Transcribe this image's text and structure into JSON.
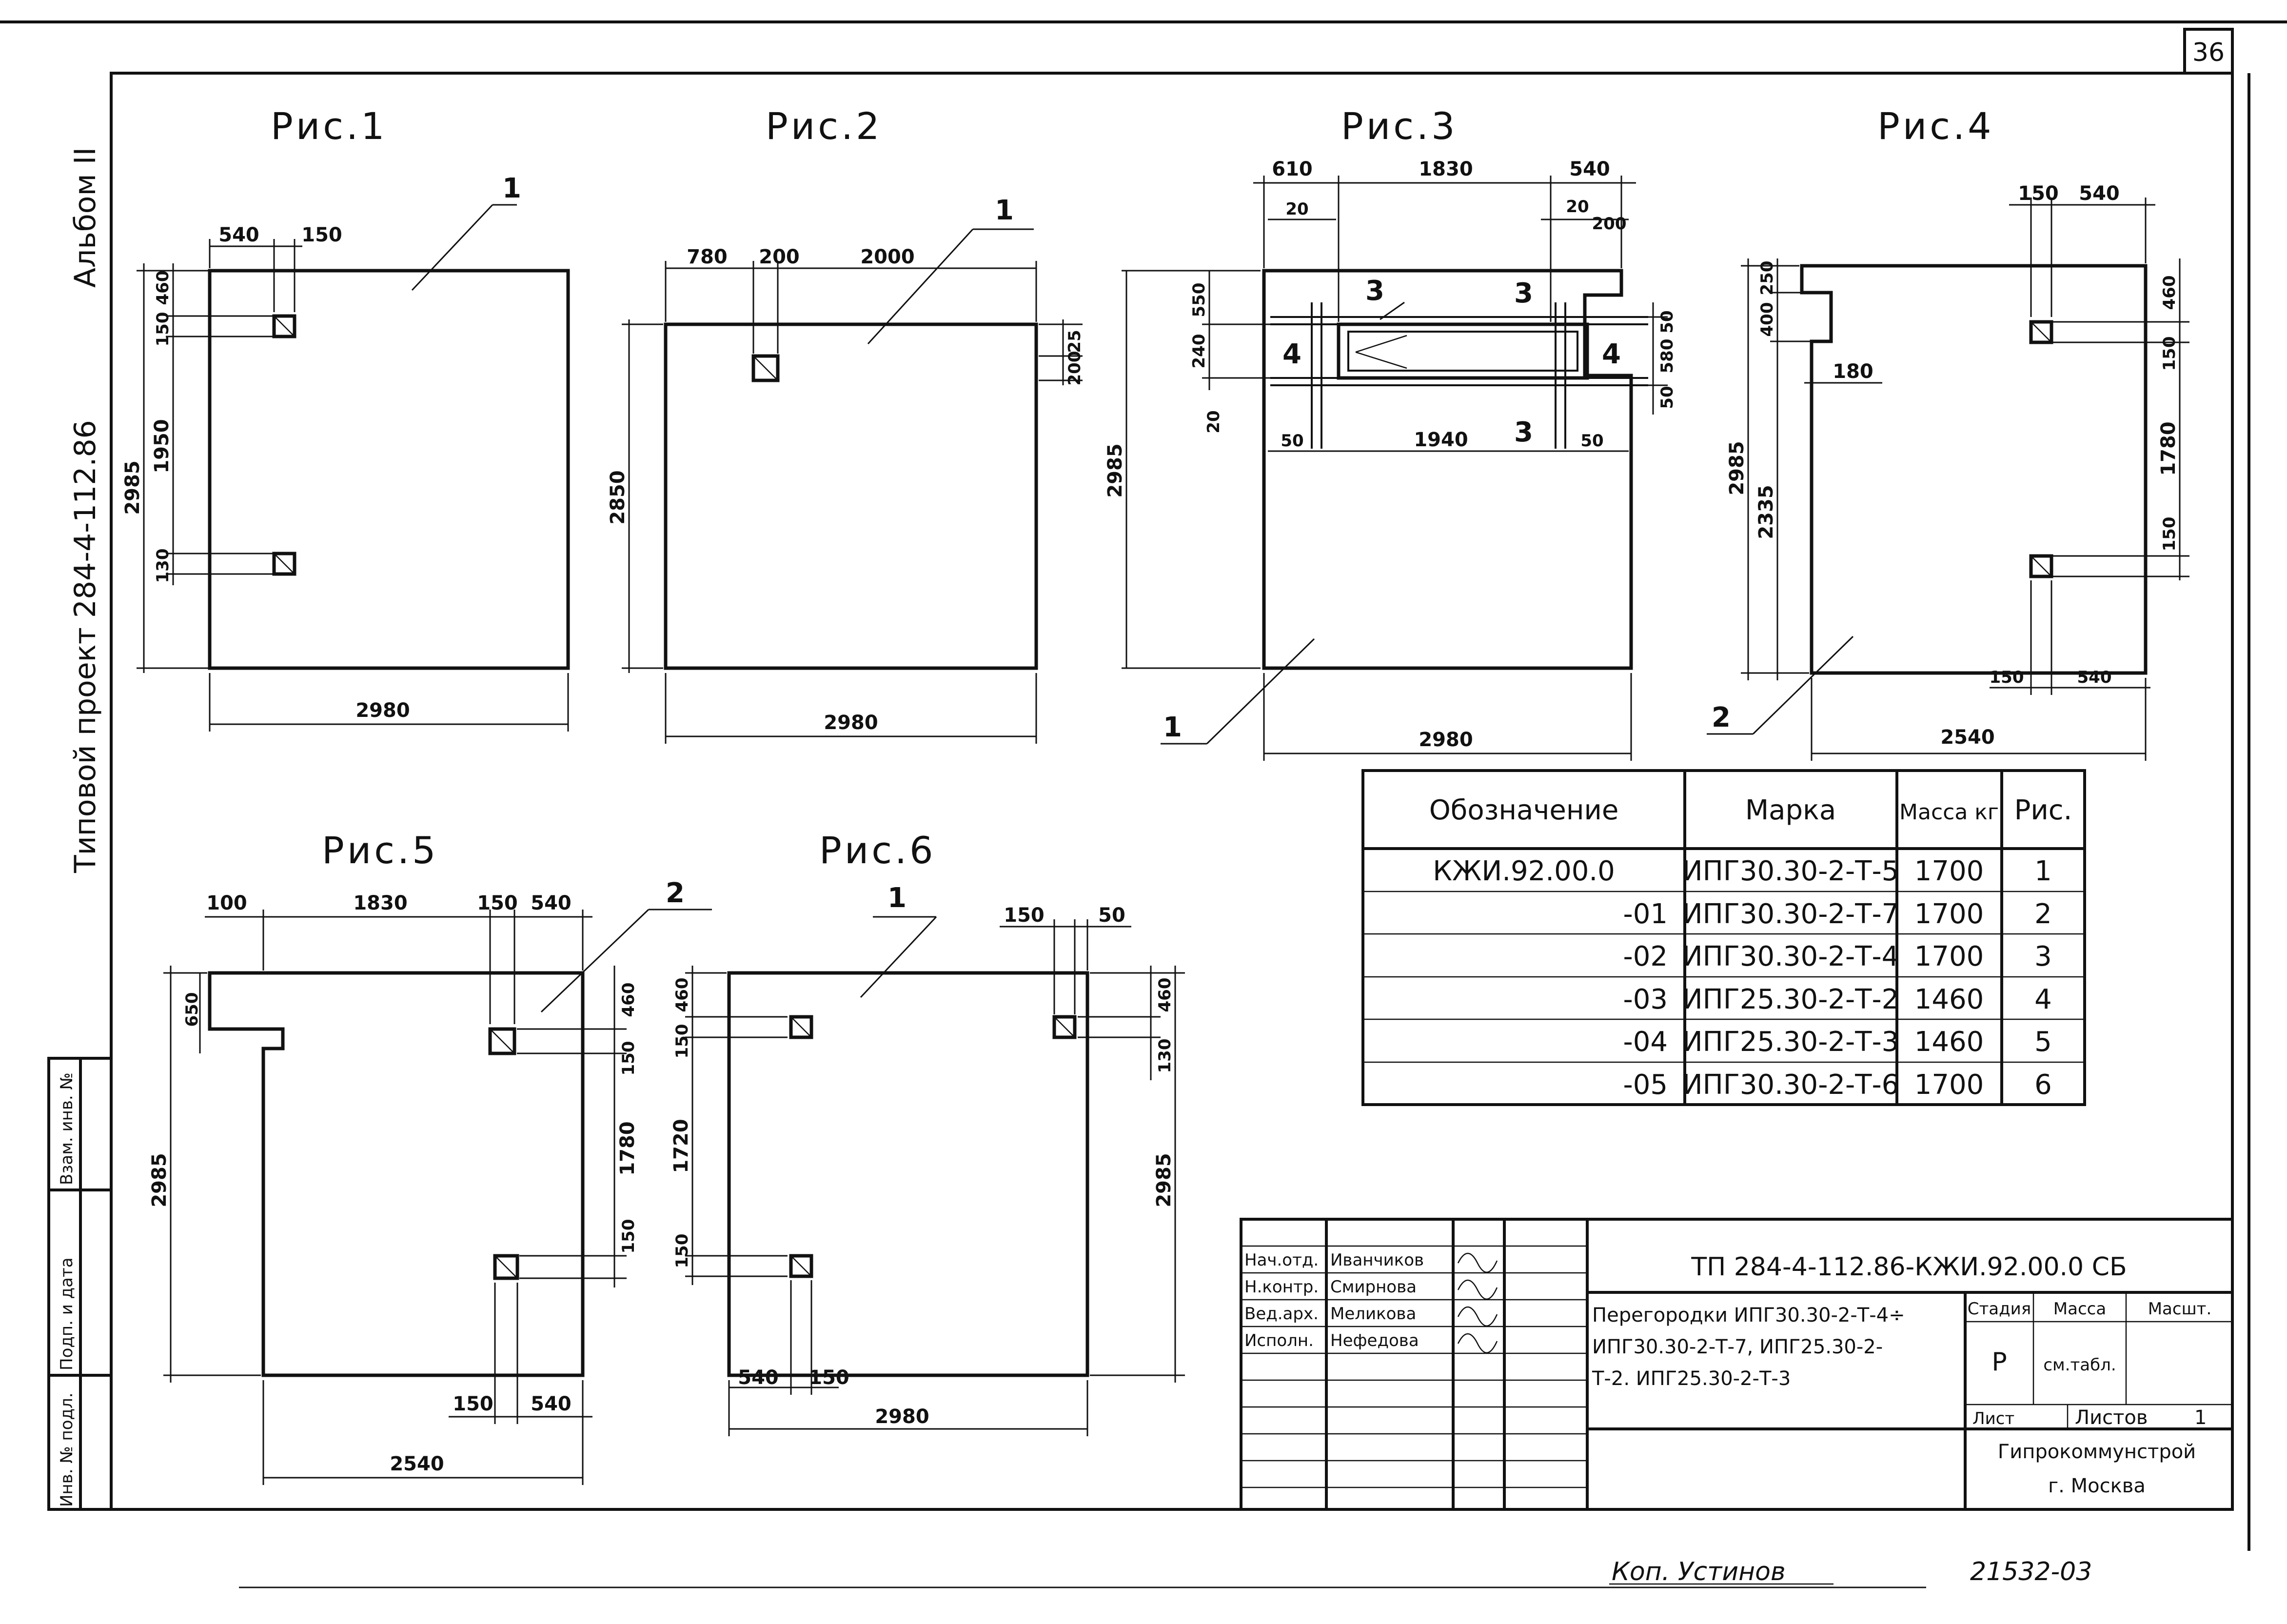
{
  "sheet": {
    "sheet_number": "36",
    "side_title": "Типовой проект 284-4-112.86",
    "album": "Альбом II",
    "footer_signature": "Коп. Устинов",
    "footer_number": "21532-03"
  },
  "side_stamp": {
    "cells": [
      "Инв. № подл.",
      "Подп. и дата",
      "Взам. инв. №"
    ]
  },
  "figures": {
    "fig1": {
      "title": "Рис.1",
      "leader": "1",
      "dims": {
        "w_total": "2980",
        "h_total": "2985",
        "top_a": "540",
        "top_b": "150",
        "left_a": "150",
        "left_b": "460",
        "left_c": "1950",
        "left_d": "130"
      }
    },
    "fig2": {
      "title": "Рис.2",
      "leader": "1",
      "dims": {
        "w_total": "2980",
        "h_total": "2850",
        "top_a": "780",
        "top_b": "200",
        "top_c": "2000",
        "right_a": "200",
        "right_b": "25"
      }
    },
    "fig3": {
      "title": "Рис.3",
      "leader": "1",
      "dims": {
        "w_total": "2980",
        "h_total": "2985",
        "top_a": "610",
        "top_b": "1830",
        "top_c": "540",
        "top_d": "20",
        "top_e": "20",
        "top_f": "200",
        "left_a": "550",
        "left_b": "240",
        "left_c": "20",
        "bot_a": "50",
        "bot_b": "1940",
        "bot_c": "50",
        "right_a": "50",
        "right_b": "580",
        "right_c": "50"
      },
      "marks": {
        "m3a": "3",
        "m3b": "3",
        "m3c": "3",
        "m4a": "4",
        "m4b": "4"
      }
    },
    "fig4": {
      "title": "Рис.4",
      "leader": "2",
      "dims": {
        "w_total": "2540",
        "h_total": "2985",
        "h_inner": "2335",
        "top_a": "150",
        "top_b": "540",
        "left_a": "400",
        "left_b": "250",
        "step": "180",
        "right_a": "460",
        "right_b": "150",
        "right_c": "1780",
        "right_d": "150",
        "bot_a": "150",
        "bot_b": "540"
      }
    },
    "fig5": {
      "title": "Рис.5",
      "leader": "2",
      "dims": {
        "w_total": "2540",
        "h_total": "2985",
        "top_a": "100",
        "top_b": "1830",
        "top_c": "150",
        "top_d": "540",
        "left_a": "650",
        "right_a": "460",
        "right_b": "150",
        "right_c": "1780",
        "right_d": "150",
        "bot_a": "150",
        "bot_b": "540"
      }
    },
    "fig6": {
      "title": "Рис.6",
      "leader": "1",
      "dims": {
        "w_total": "2980",
        "h_total": "2985",
        "top_a": "150",
        "top_b": "50",
        "left_a": "460",
        "left_b": "150",
        "left_c": "1720",
        "left_d": "150",
        "right_a": "460",
        "right_b": "130",
        "bot_a": "540",
        "bot_b": "150"
      }
    }
  },
  "spec_table": {
    "headers": [
      "Обозначение",
      "Марка",
      "Масса кг",
      "Рис."
    ],
    "rows": [
      {
        "code": "КЖИ.92.00.0",
        "mark": "ИПГ30.30-2-Т-5",
        "mass": "1700",
        "fig": "1"
      },
      {
        "code": "-01",
        "mark": "ИПГ30.30-2-Т-7",
        "mass": "1700",
        "fig": "2"
      },
      {
        "code": "-02",
        "mark": "ИПГ30.30-2-Т-4",
        "mass": "1700",
        "fig": "3"
      },
      {
        "code": "-03",
        "mark": "ИПГ25.30-2-Т-2",
        "mass": "1460",
        "fig": "4"
      },
      {
        "code": "-04",
        "mark": "ИПГ25.30-2-Т-3",
        "mass": "1460",
        "fig": "5"
      },
      {
        "code": "-05",
        "mark": "ИПГ30.30-2-Т-6",
        "mass": "1700",
        "fig": "6"
      }
    ]
  },
  "title_block": {
    "doc_code": "ТП 284-4-112.86-КЖИ.92.00.0 СБ",
    "roles": [
      {
        "role": "Нач.отд.",
        "name": "Иванчиков"
      },
      {
        "role": "Н.контр.",
        "name": "Смирнова"
      },
      {
        "role": "Вед.арх.",
        "name": "Меликова"
      },
      {
        "role": "Исполн.",
        "name": "Нефедова"
      }
    ],
    "description": [
      "Перегородки ИПГ30.30-2-Т-4÷",
      "ИПГ30.30-2-Т-7, ИПГ25.30-2-",
      "Т-2. ИПГ25.30-2-Т-3"
    ],
    "stage_label": "Стадия",
    "mass_label": "Масса",
    "scale_label": "Масшт.",
    "stage_value": "Р",
    "mass_value": "см.табл.",
    "sheet_label": "Лист",
    "sheets_label": "Листов",
    "sheets_value": "1",
    "org_line1": "Гипрокоммунстрой",
    "org_line2": "г. Москва"
  }
}
